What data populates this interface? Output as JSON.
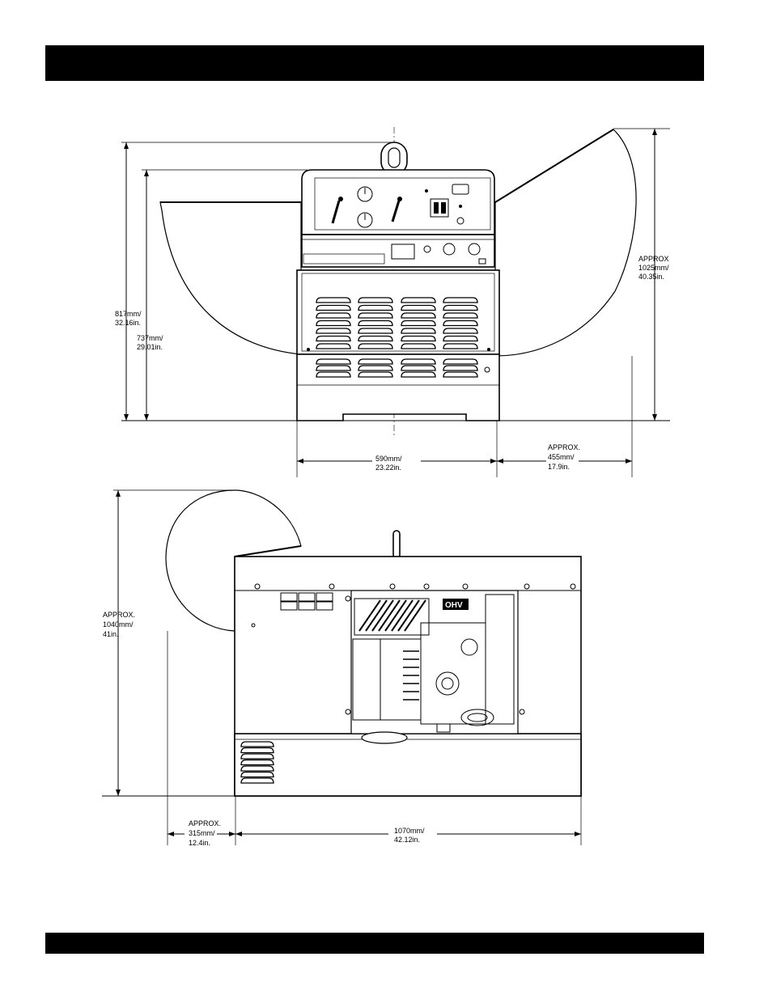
{
  "front_view": {
    "height_overall": [
      "817mm/",
      "32.16in."
    ],
    "height_panel": [
      "737mm/",
      "29.01in."
    ],
    "height_lid": [
      "APPROX",
      "1025mm/",
      "40.35in."
    ],
    "width_body": [
      "590mm/",
      "23.22in."
    ],
    "width_lid": [
      "APPROX.",
      "455mm/",
      "17.9in."
    ]
  },
  "side_view": {
    "height_lid": [
      "APPROX.",
      "1040mm/",
      "41in."
    ],
    "length_lid": [
      "APPROX.",
      "315mm/",
      "12.4in."
    ],
    "length_body": [
      "1070mm/",
      "42.12in."
    ],
    "engine_badge": "OHV"
  }
}
